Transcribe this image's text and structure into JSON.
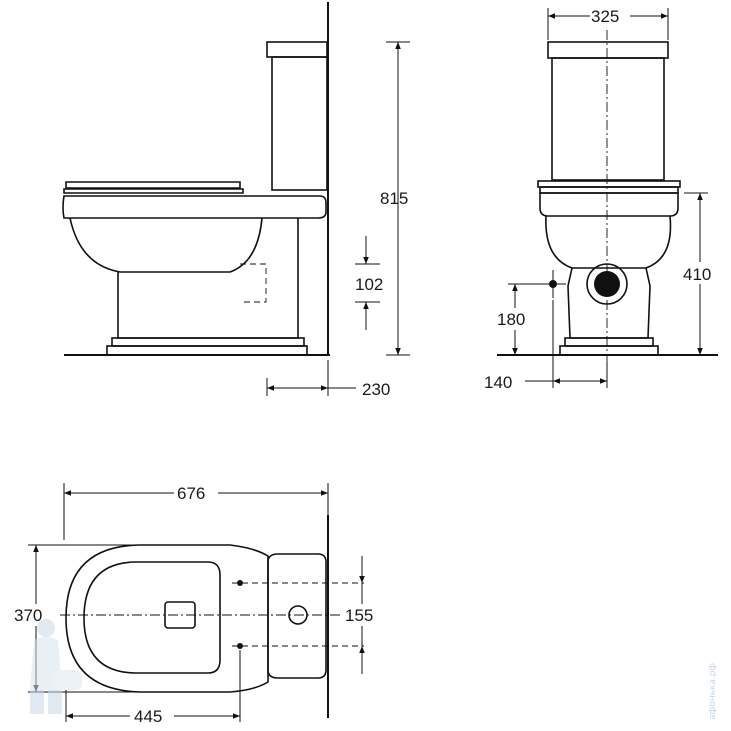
{
  "dimensions": {
    "side_height_total": "815",
    "side_outlet_height": "102",
    "side_wall_offset": "230",
    "front_tank_width": "325",
    "front_seat_height": "410",
    "front_inlet_height": "180",
    "front_inlet_offset": "140",
    "top_length": "676",
    "top_width": "370",
    "top_fix_spacing": "155",
    "top_fix_distance": "445"
  },
  "watermark": {
    "text": "афонька.рф"
  },
  "colors": {
    "line": "#111111",
    "background": "#ffffff",
    "watermark": "#c8d8e6"
  }
}
